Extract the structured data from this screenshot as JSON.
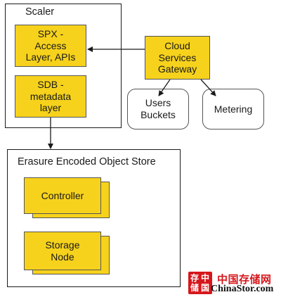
{
  "scaler": {
    "title": "Scaler",
    "spx_label": "SPX -\nAccess\nLayer, APIs",
    "sdb_label": "SDB -\nmetadata\nlayer"
  },
  "gateway": {
    "label": "Cloud\nServices\nGateway"
  },
  "users_buckets": {
    "label": "Users\nBuckets"
  },
  "metering": {
    "label": "Metering"
  },
  "object_store": {
    "title": "Erasure Encoded Object Store",
    "controller_label": "Controller",
    "storage_node_label": "Storage\nNode"
  },
  "watermark": {
    "seal_chars": [
      "存",
      "中",
      "储",
      "国"
    ],
    "chinese_text": "中国存储网",
    "site_text": "ChinaStor.com"
  },
  "colors": {
    "box_fill": "#f6d21c",
    "outline": "#1a1a1a",
    "watermark_red": "#d6171c"
  }
}
